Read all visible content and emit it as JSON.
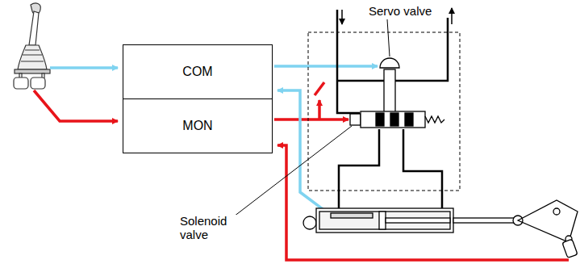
{
  "diagram": {
    "nodes": [
      {
        "text": [
          "COM"
        ]
      },
      {
        "text": [
          "MON"
        ]
      }
    ],
    "labels": [
      "Servo valve",
      "Solenoid valve"
    ]
  }
}
